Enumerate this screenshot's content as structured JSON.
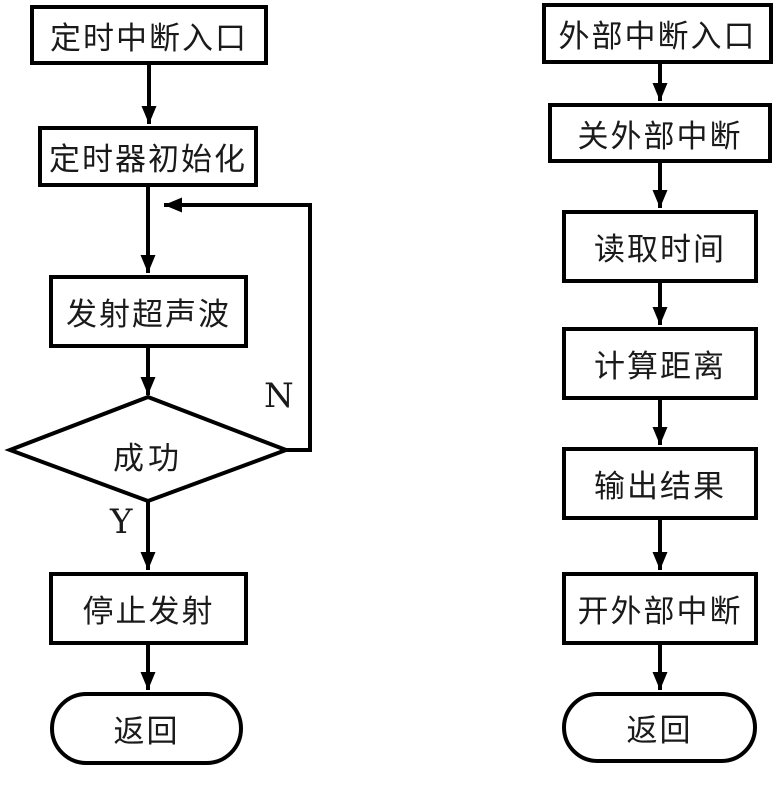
{
  "diagram": {
    "title": "ultrasonic-interrupt-flowcharts",
    "colors": {
      "line": "#000000",
      "text": "#1a1a1a",
      "background": "#ffffff"
    },
    "left_flow": {
      "nodes": [
        {
          "type": "rect",
          "label": "定时中断入口"
        },
        {
          "type": "rect",
          "label": "定时器初始化"
        },
        {
          "type": "rect",
          "label": "发射超声波"
        },
        {
          "type": "diamond",
          "label": "成功"
        },
        {
          "type": "rect",
          "label": "停止发射"
        },
        {
          "type": "stadium",
          "label": "返回"
        }
      ],
      "branch_labels": {
        "no": "N",
        "yes": "Y"
      }
    },
    "right_flow": {
      "nodes": [
        {
          "type": "rect",
          "label": "外部中断入口"
        },
        {
          "type": "rect",
          "label": "关外部中断"
        },
        {
          "type": "rect",
          "label": "读取时间"
        },
        {
          "type": "rect",
          "label": "计算距离"
        },
        {
          "type": "rect",
          "label": "输出结果"
        },
        {
          "type": "rect",
          "label": "开外部中断"
        },
        {
          "type": "stadium",
          "label": "返回"
        }
      ]
    }
  }
}
